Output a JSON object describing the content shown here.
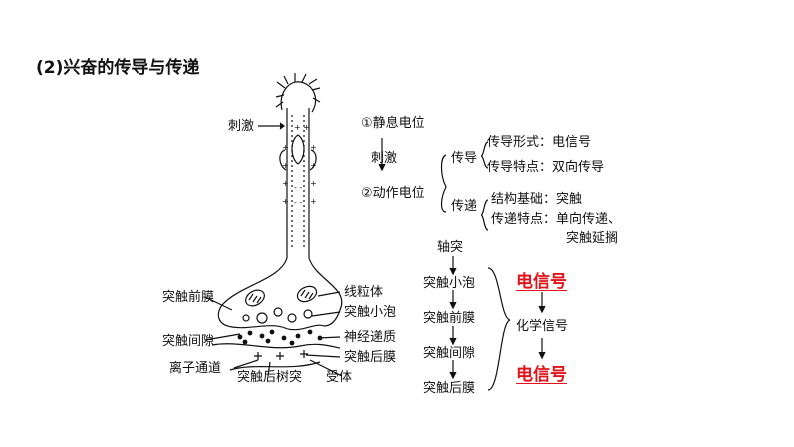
{
  "title": "(2)兴奋的传导与传递",
  "neuron": {
    "stimulus": "刺激",
    "pre_membrane": "突触前膜",
    "cleft": "突触间隙",
    "ion_channel": "离子通道",
    "post_dendrite": "突触后树突",
    "mitochondria": "线粒体",
    "vesicle": "突触小泡",
    "transmitter": "神经递质",
    "post_membrane": "突触后膜",
    "receptor": "受体"
  },
  "conduction": {
    "resting": "①静息电位",
    "stimulus": "刺激",
    "action": "②动作电位",
    "conduct": "传导",
    "conduct_form": "传导形式：电信号",
    "conduct_feature": "传导特点：双向传导",
    "transmit": "传递",
    "transmit_basis": "结构基础：突触",
    "transmit_feature": "传递特点：单向传递、",
    "transmit_feature2": "突触延搁"
  },
  "flow": {
    "steps": [
      "轴突",
      "突触小泡",
      "突触前膜",
      "突触间隙",
      "突触后膜"
    ],
    "signal_top": "电信号",
    "signal_mid": "化学信号",
    "signal_bottom": "电信号"
  }
}
